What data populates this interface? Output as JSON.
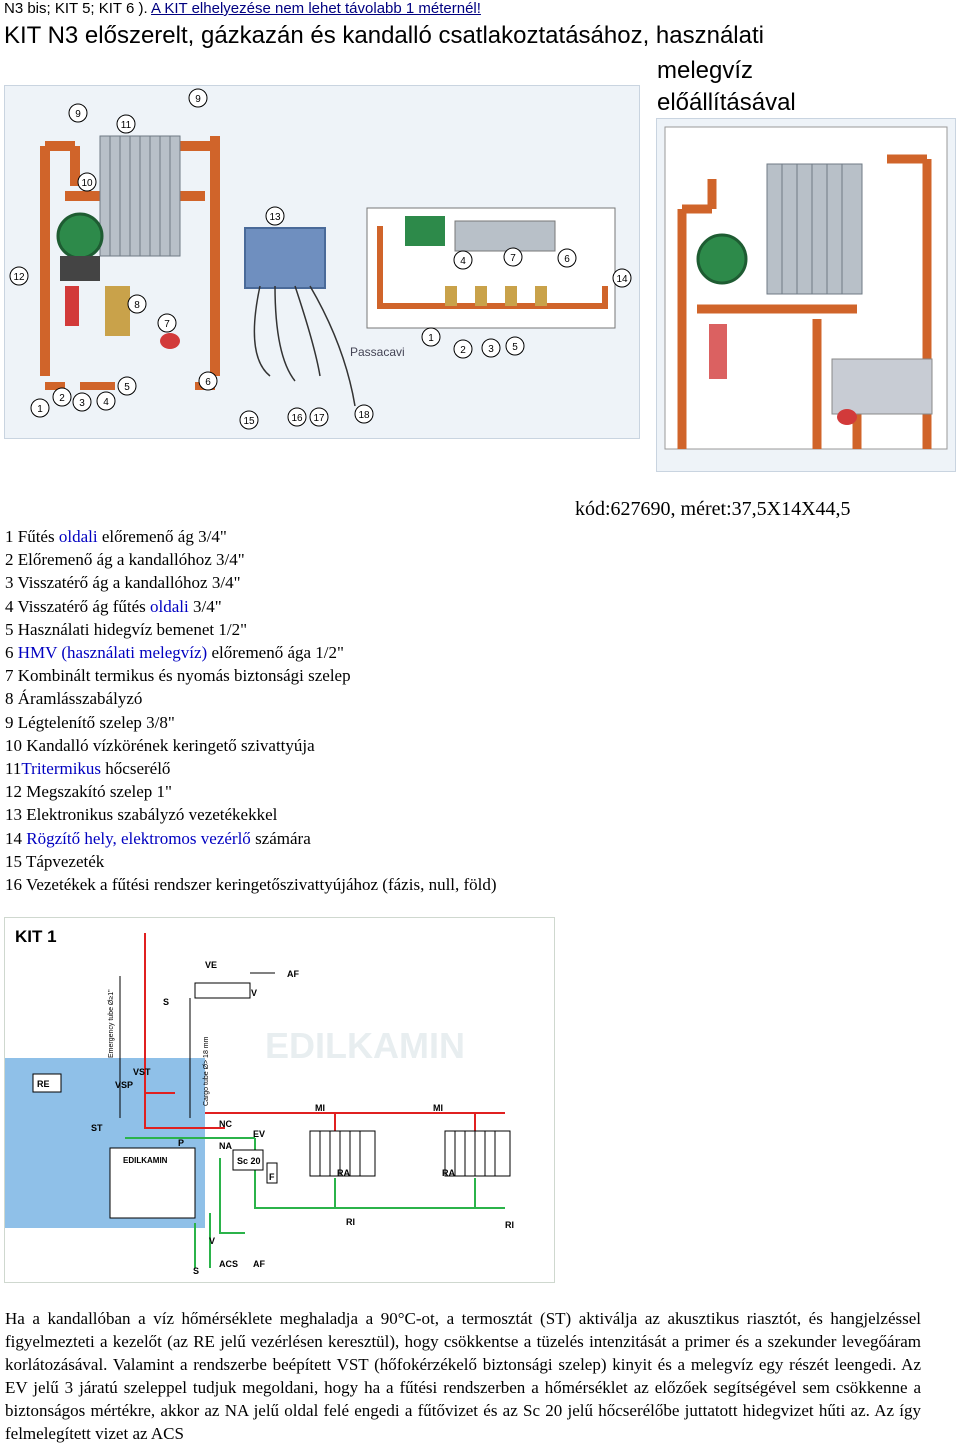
{
  "header": {
    "prefix": "N3 bis; KIT 5; KIT 6 ). ",
    "link": "A KIT elhelyezése nem lehet távolabb 1 méternél!",
    "title_line1": "KIT N3  előszerelt, gázkazán és kandalló csatlakoztatásához, használati",
    "title_line2": "melegvíz",
    "title_line3": "előállításával"
  },
  "figure_labels": {
    "left": [
      "9",
      "9",
      "11",
      "10",
      "13",
      "12",
      "8",
      "7",
      "1",
      "2",
      "3",
      "4",
      "5",
      "6",
      "15",
      "16",
      "17",
      "18"
    ],
    "passacavi": "Passacavi",
    "center": [
      "4",
      "7",
      "6",
      "14",
      "1",
      "2",
      "3",
      "5"
    ]
  },
  "code_line": "kód:627690, méret:37,5X14X44,5",
  "legend": [
    {
      "parts": [
        {
          "t": "1 Fűtés "
        },
        {
          "t": "oldali",
          "blue": true
        },
        {
          "t": " előremenő ág 3/4\""
        }
      ]
    },
    {
      "parts": [
        {
          "t": "2 Előremenő ág a kandallóhoz 3/4\""
        }
      ]
    },
    {
      "parts": [
        {
          "t": "3 Visszatérő ág a kandallóhoz 3/4\""
        }
      ]
    },
    {
      "parts": [
        {
          "t": "4 Visszatérő ág fűtés "
        },
        {
          "t": "oldali",
          "blue": true
        },
        {
          "t": " 3/4\""
        }
      ]
    },
    {
      "parts": [
        {
          "t": "5 Használati hidegvíz bemenet 1/2\""
        }
      ]
    },
    {
      "parts": [
        {
          "t": "6 "
        },
        {
          "t": "HMV (használati melegvíz)",
          "blue": true
        },
        {
          "t": " előremenő ága 1/2\""
        }
      ]
    },
    {
      "parts": [
        {
          "t": "7 Kombinált termikus és nyomás biztonsági szelep"
        }
      ]
    },
    {
      "parts": [
        {
          "t": "8 Áramlásszabályzó"
        }
      ]
    },
    {
      "parts": [
        {
          "t": "9 Légtelenítő szelep 3/8\""
        }
      ]
    },
    {
      "parts": [
        {
          "t": "10 Kandalló vízkörének keringető szivattyúja"
        }
      ]
    },
    {
      "parts": [
        {
          "t": "11"
        },
        {
          "t": "Tritermikus",
          "blue": true
        },
        {
          "t": " hőcserélő"
        }
      ]
    },
    {
      "parts": [
        {
          "t": "12 Megszakító szelep 1\""
        }
      ]
    },
    {
      "parts": [
        {
          "t": "13 Elektronikus szabályzó vezetékekkel"
        }
      ]
    },
    {
      "parts": [
        {
          "t": "14 "
        },
        {
          "t": "Rögzítő hely, elektromos vezérlő",
          "blue": true
        },
        {
          "t": " számára"
        }
      ]
    },
    {
      "parts": [
        {
          "t": "15 Tápvezeték"
        }
      ]
    },
    {
      "parts": [
        {
          "t": "16 Vezetékek a fűtési rendszer keringetőszivattyújához (fázis, null, föld)"
        }
      ]
    }
  ],
  "kit1": {
    "title": "KIT 1",
    "labels": {
      "ve": "VE",
      "af": "AF",
      "s": "S",
      "v": "V",
      "re": "RE",
      "vst": "VST",
      "vsp": "VSP",
      "st": "ST",
      "nc": "NC",
      "ev": "EV",
      "na": "NA",
      "sc20": "Sc 20",
      "p": "P",
      "f": "F",
      "mi": "MI",
      "ra": "RA",
      "ri": "RI",
      "acs": "ACS",
      "emergency": "Emergency tube Ø≥1\"",
      "cargo": "Cargo tube Ø> 18 mm",
      "brand": "EDILKAMIN"
    }
  },
  "paragraph": "Ha a kandallóban a víz hőmérséklete meghaladja a 90°C-ot, a termosztát (ST) aktiválja az akusztikus riasztót, és hangjelzéssel figyelmezteti a kezelőt (az RE jelű vezérlésen keresztül), hogy csökkentse a tüzelés intenzitását a primer és a szekunder levegőáram korlátozásával. Valamint a rendszerbe beépített VST (hőfokérzékelő biztonsági szelep) kinyit és a melegvíz egy részét leengedi. Az EV jelű 3 járatú szeleppel tudjuk megoldani, hogy ha a fűtési rendszerben a hőmérséklet az előzőek segítségével sem csökkenne a biztonságos mértékre, akkor az NA jelű oldal felé engedi a fűtővizet és az Sc 20 jelű hőcserélőbe juttatott hidegvizet hűti az. Az így felmelegített vizet az ACS"
}
